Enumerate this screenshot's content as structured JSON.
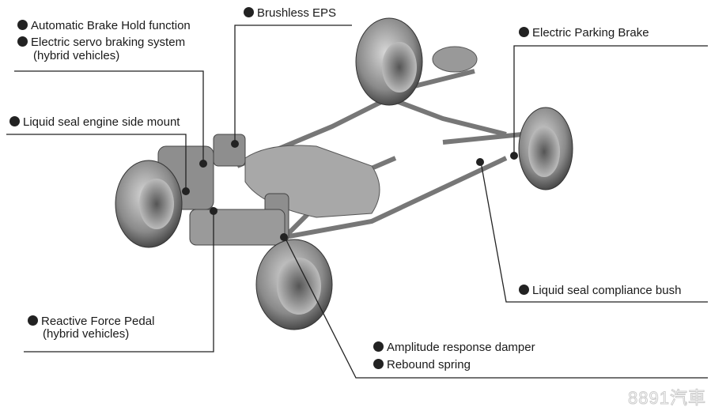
{
  "labels": {
    "auto_brake_hold": "Automatic Brake Hold function",
    "electric_servo": "Electric servo braking system",
    "electric_servo_sub": "(hybrid vehicles)",
    "brushless_eps": "Brushless EPS",
    "engine_mount": "Liquid seal engine side mount",
    "parking_brake": "Electric Parking Brake",
    "compliance_bush": "Liquid seal compliance bush",
    "reactive_pedal": "Reactive Force Pedal",
    "reactive_pedal_sub": "(hybrid vehicles)",
    "amplitude_damper": "Amplitude response damper",
    "rebound_spring": "Rebound spring"
  },
  "watermark": "8891汽車"
}
